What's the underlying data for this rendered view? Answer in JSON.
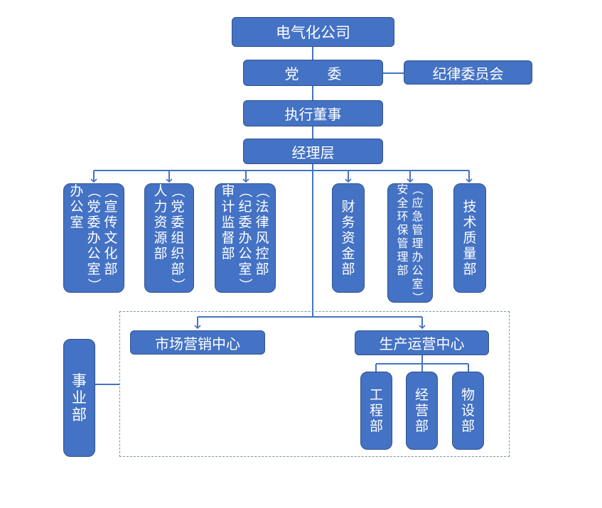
{
  "org": {
    "root": "电气化公司",
    "party_committee": "党　　委",
    "discipline_committee": "纪律委员会",
    "executive_director": "执行董事",
    "manager_layer": "经理层",
    "departments": [
      {
        "id": "publicity",
        "columns": [
          "（宣传文化部",
          "（党委办公室）",
          "办公室"
        ]
      },
      {
        "id": "hr",
        "columns": [
          "（党委组织部）",
          "人力资源部"
        ]
      },
      {
        "id": "legal",
        "columns": [
          "（法律风控部",
          "（纪委办公室）",
          "审计监督部"
        ]
      },
      {
        "id": "finance",
        "columns": [
          "财务资金部"
        ]
      },
      {
        "id": "safety",
        "columns": [
          "（应急管理办公室）",
          "安全环保管理部"
        ]
      },
      {
        "id": "tech",
        "columns": [
          "技术质量部"
        ]
      }
    ],
    "business_division": "事业部",
    "marketing_center": "市场营销中心",
    "production_center": "生产运营中心",
    "production_subunits": [
      "工程部",
      "经营部",
      "物设部"
    ]
  },
  "colors": {
    "box_fill": "#4472C4",
    "box_border": "#2F528F",
    "line": "#4472C4",
    "dashed_border": "#7b8fb0"
  }
}
